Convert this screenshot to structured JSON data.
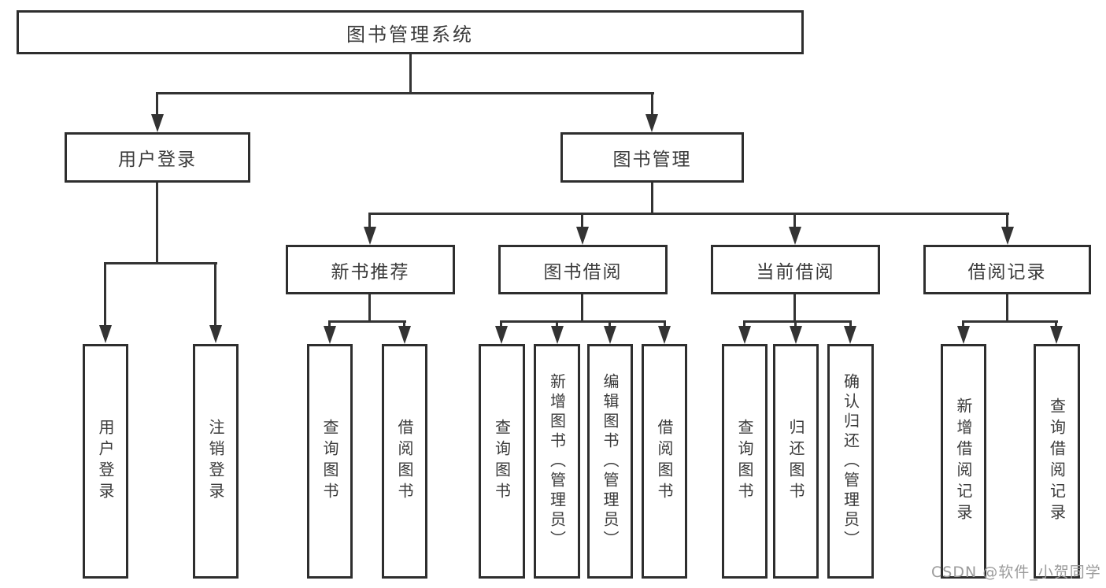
{
  "colors": {
    "line": "#333333",
    "box_border": "#2e2e2e",
    "text": "#3b3b3b",
    "watermark": "#9b9b9b",
    "background": "#ffffff"
  },
  "watermark": {
    "text": "CSDN @软件_小贺同学"
  },
  "diagram": {
    "title": "图书管理系统",
    "level2": {
      "user_login": "用户登录",
      "book_mgmt": "图书管理"
    },
    "level3": {
      "new_book": "新书推荐",
      "book_borrow": "图书借阅",
      "current_borrow": "当前借阅",
      "borrow_record": "借阅记录"
    },
    "level4": {
      "user_login": [
        "用户登录",
        "注销登录"
      ],
      "new_book": [
        "查询图书",
        "借阅图书"
      ],
      "book_borrow": [
        "查询图书",
        "新增图书（管理员）",
        "编辑图书（管理员）",
        "借阅图书"
      ],
      "current_borrow": [
        "查询图书",
        "归还图书",
        "确认归还（管理员）"
      ],
      "borrow_record": [
        "新增借阅记录",
        "查询借阅记录"
      ]
    }
  }
}
